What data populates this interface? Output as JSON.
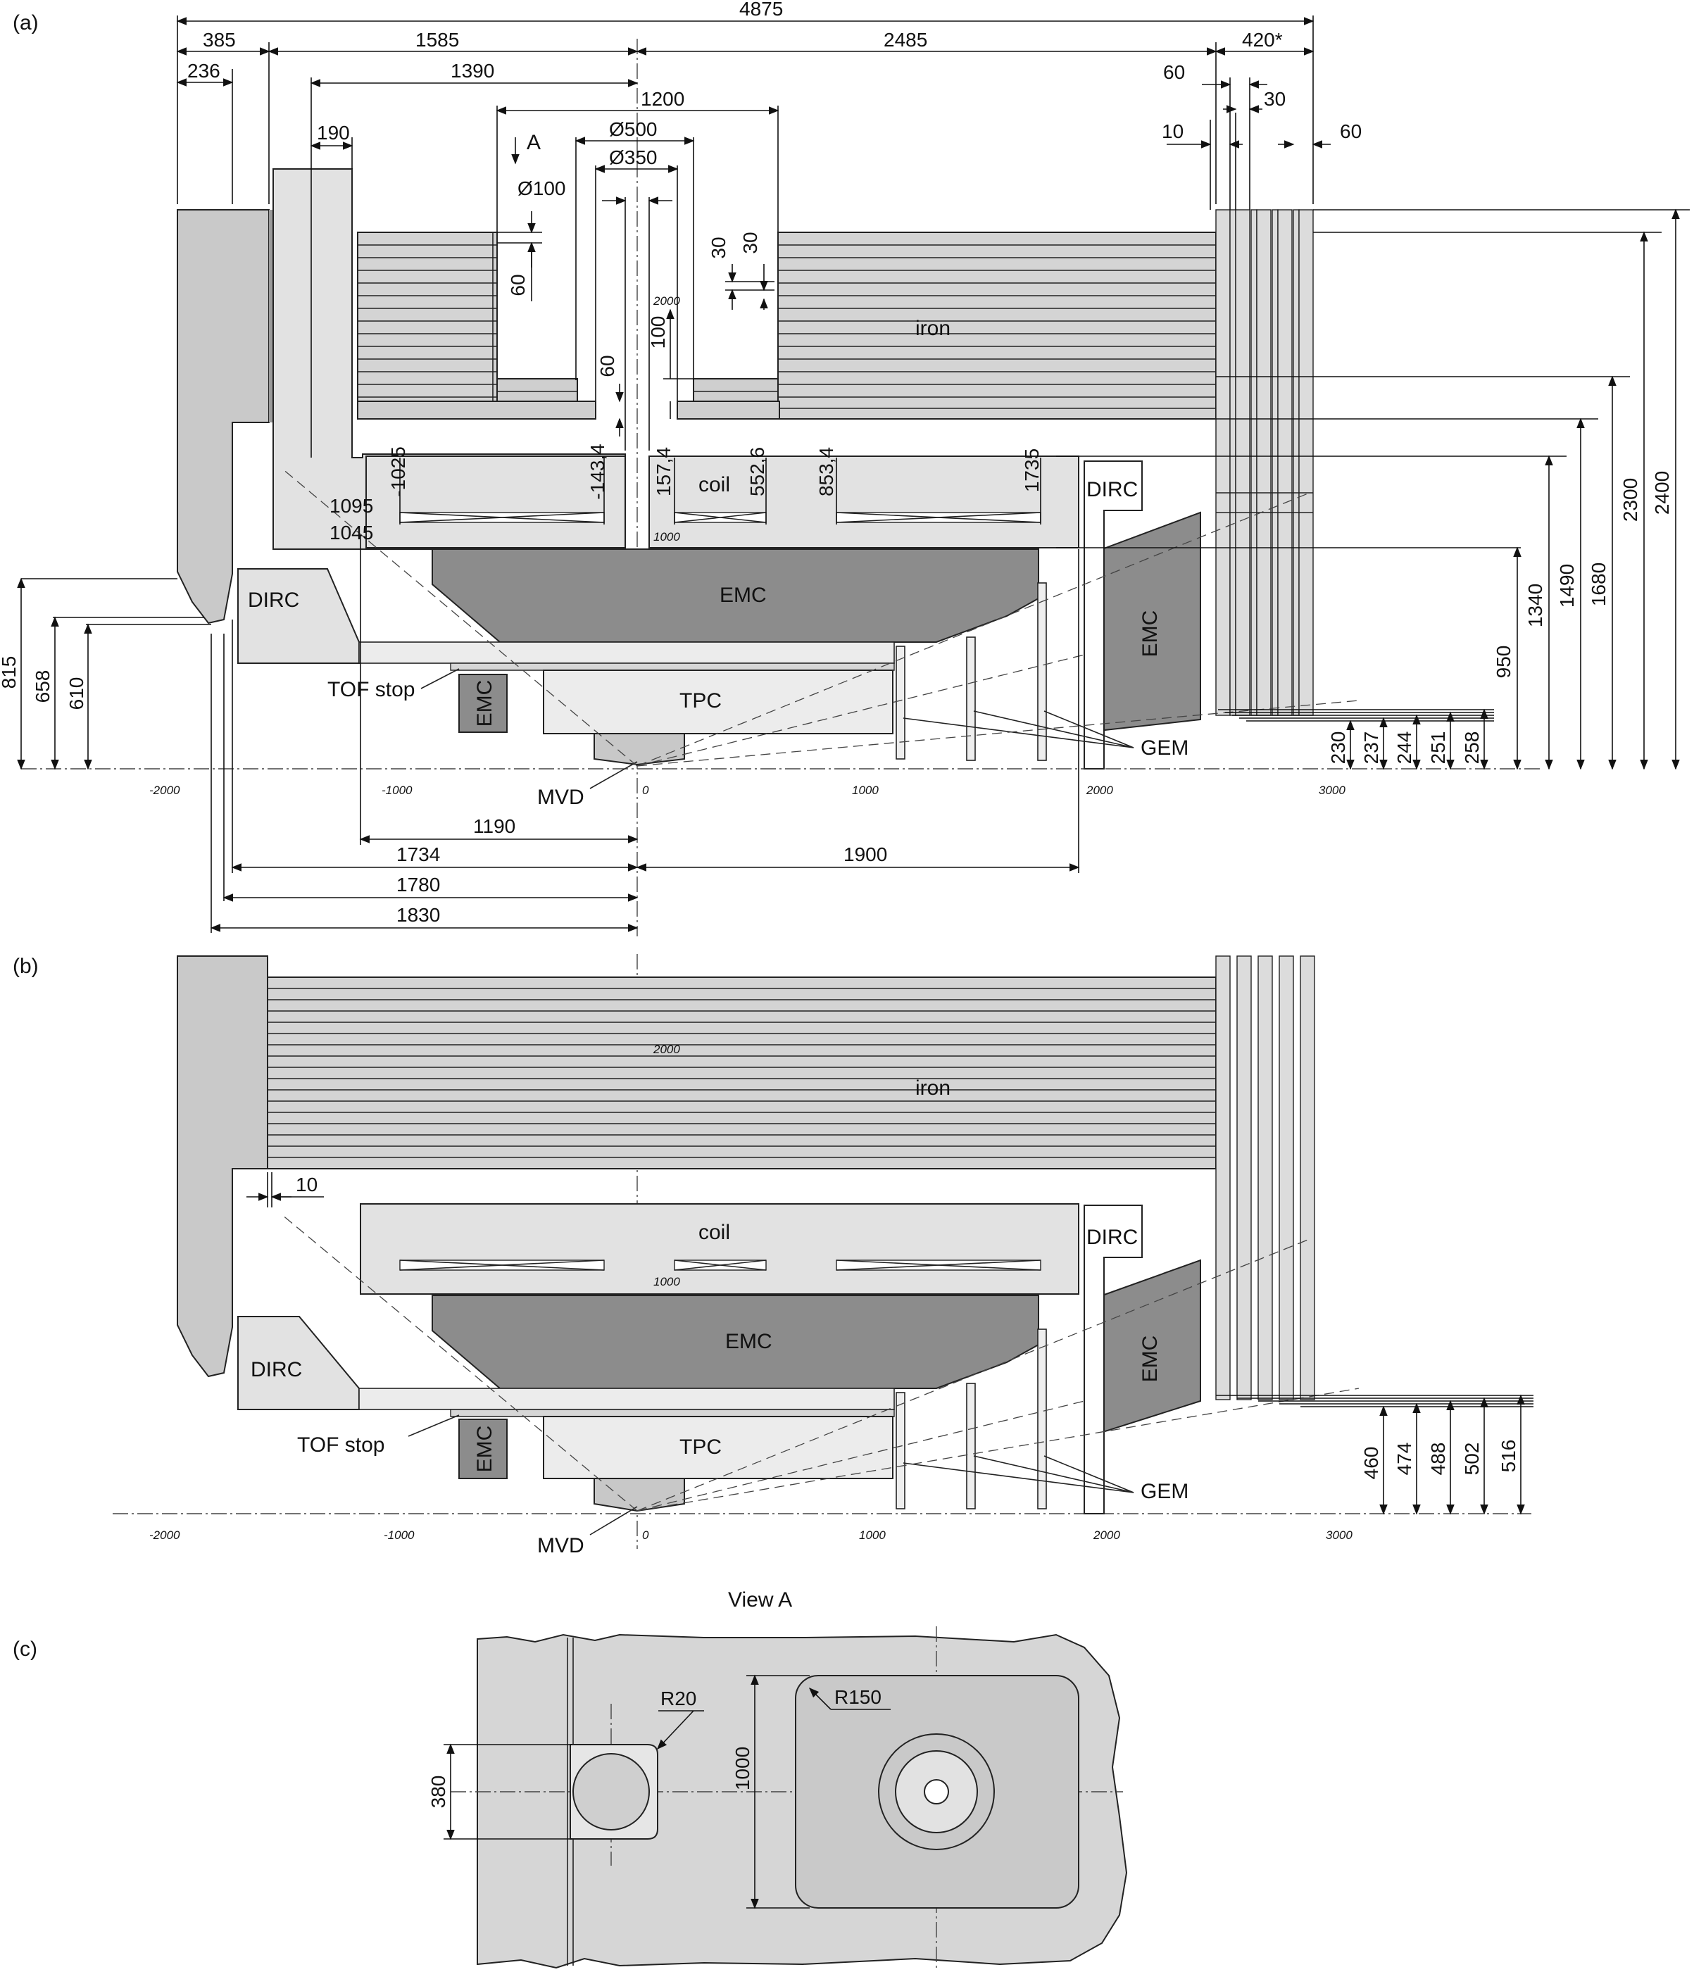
{
  "panels": {
    "a": {
      "tag": "(a)",
      "labels": {
        "iron": "iron",
        "coil": "coil",
        "dirc": "DIRC",
        "emc": "EMC",
        "tpc": "TPC",
        "tof_stop": "TOF stop",
        "gem": "GEM",
        "mvd": "MVD",
        "view_arrow": "A"
      },
      "dimensions": {
        "total_length": "4875",
        "d385": "385",
        "d1585": "1585",
        "d2485": "2485",
        "d420": "420*",
        "d236": "236",
        "d1390": "1390",
        "d1200": "1200",
        "d190": "190",
        "d500": "Ø500",
        "d350": "Ø350",
        "d100": "Ø100",
        "d60_top": "60",
        "d30_top": "30",
        "d10": "10",
        "d60_right": "60",
        "v60": "60",
        "v30a": "30",
        "v30b": "30",
        "v100": "100",
        "v60b": "60",
        "c1025": "-1025",
        "c143": "-143,4",
        "c157": "157,4",
        "c552": "552,6",
        "c853": "853,4",
        "c1735": "1735",
        "r1095": "1095",
        "r1045": "1045",
        "h815": "815",
        "h658": "658",
        "h610": "610",
        "h950": "950",
        "h1340": "1340",
        "h1490": "1490",
        "h1680": "1680",
        "h2300": "2300",
        "h2400": "2400",
        "h230": "230",
        "h237": "237",
        "h244": "244",
        "h251": "251",
        "h258": "258",
        "b1190": "1190",
        "b1734": "1734",
        "b1900": "1900",
        "b1780": "1780",
        "b1830": "1830"
      },
      "ticks": {
        "x_m2000": "-2000",
        "x_m1000": "-1000",
        "x_0": "0",
        "x_1000": "1000",
        "x_2000": "2000",
        "x_3000": "3000",
        "y_2000": "2000",
        "y_1000": "1000"
      }
    },
    "b": {
      "tag": "(b)",
      "labels": {
        "iron": "iron",
        "coil": "coil",
        "dirc": "DIRC",
        "emc": "EMC",
        "tpc": "TPC",
        "tof_stop": "TOF stop",
        "gem": "GEM",
        "mvd": "MVD"
      },
      "dimensions": {
        "d10": "10",
        "h460": "460",
        "h474": "474",
        "h488": "488",
        "h502": "502",
        "h516": "516"
      },
      "ticks": {
        "x_m2000": "-2000",
        "x_m1000": "-1000",
        "x_0": "0",
        "x_1000": "1000",
        "x_2000": "2000",
        "x_3000": "3000",
        "y_2000": "2000",
        "y_1000": "1000"
      }
    },
    "c": {
      "tag": "(c)",
      "title": "View A",
      "dimensions": {
        "r20": "R20",
        "r150": "R150",
        "h380": "380",
        "h1000": "1000"
      }
    }
  },
  "colors": {
    "light": "#e2e2e2",
    "mid": "#c8c8c8",
    "dark": "#8c8c8c",
    "line": "#222222",
    "hatch": "#d0d0d0"
  }
}
